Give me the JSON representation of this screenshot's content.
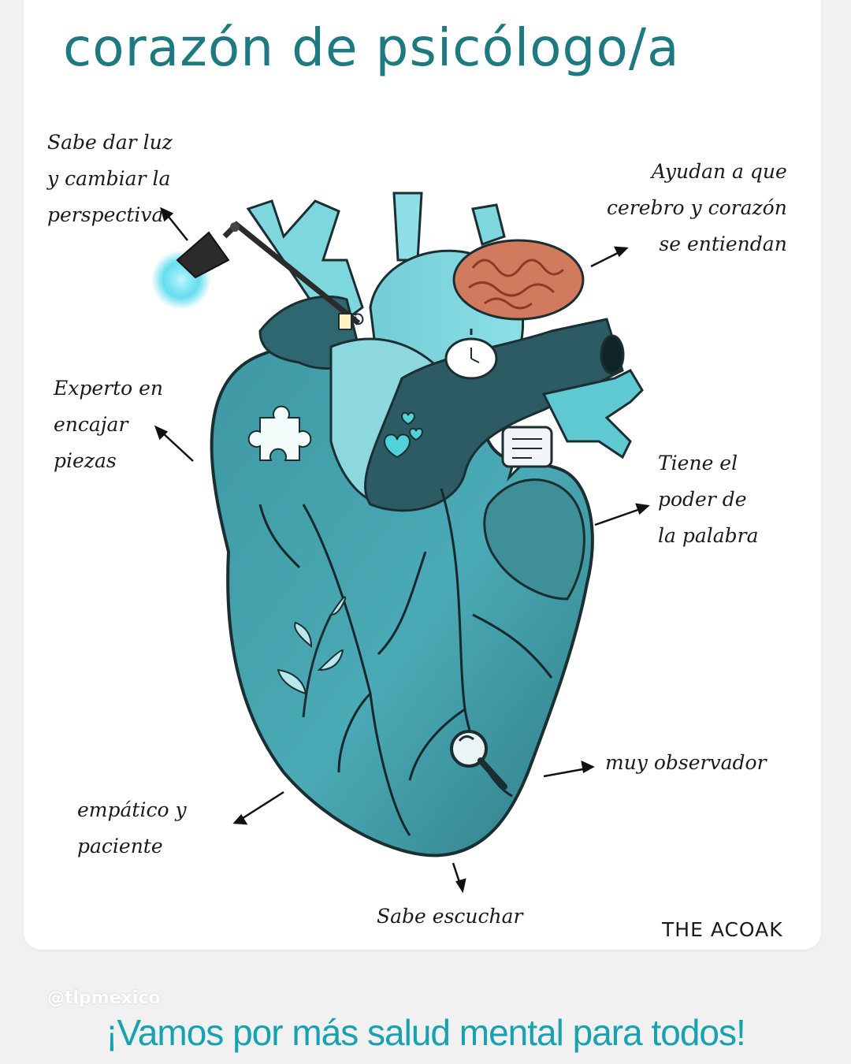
{
  "title": "corazón de psicólogo/a",
  "labels": {
    "luz": "Sabe dar luz\ny cambiar la\nperspectiva",
    "cerebro": "Ayudan a que\ncerebro y corazón\nse entiendan",
    "piezas": "Experto en\nencajar\npiezas",
    "palabra": "Tiene el\npoder de\nla palabra",
    "observador": "muy observador",
    "empatico": "empático y\npaciente",
    "escuchar": "Sabe escuchar"
  },
  "signature": "THE ACOAK",
  "watermark": "@tlpmexico",
  "footer": "¡Vamos por más salud mental para todos!",
  "colors": {
    "title": "#1e7a80",
    "heart": "#3fa3ad",
    "heart_dark": "#2a5e66",
    "brain": "#d27a5e",
    "footer": "#17a2b2"
  }
}
